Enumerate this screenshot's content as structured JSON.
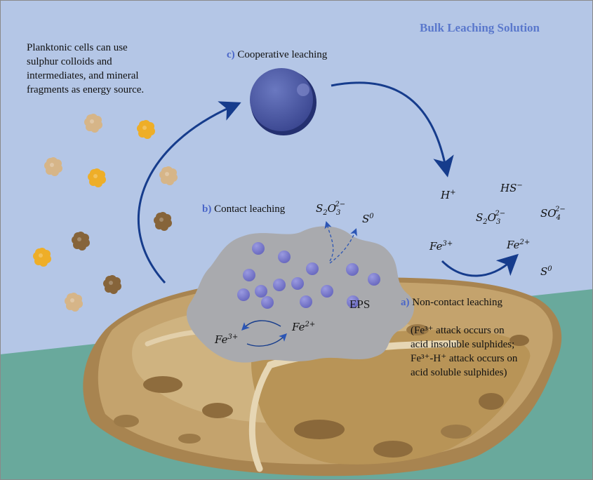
{
  "title": "Bulk Leaching Solution",
  "planktonic_note": [
    "Planktonic cells can use",
    "sulphur colloids and",
    "intermediates, and mineral",
    "fragments as energy source."
  ],
  "labels": {
    "cooperative": {
      "letter": "c)",
      "text": "Cooperative leaching"
    },
    "contact": {
      "letter": "b)",
      "text": "Contact leaching"
    },
    "noncontact": {
      "letter": "a)",
      "text": "Non-contact leaching"
    },
    "eps": "EPS"
  },
  "noncontact_note": [
    "(Fe³⁺ attack occurs on",
    "acid insoluble sulphides;",
    "Fe³⁺-H⁺ attack occurs on",
    "acid soluble sulphides)"
  ],
  "species": {
    "thiosulfate": {
      "base": "S",
      "sub1": "2",
      "o": "O",
      "sub2": "3",
      "sup": "2−"
    },
    "sulfur": {
      "base": "S",
      "sup": "0"
    },
    "hplus": {
      "base": "H",
      "sup": "+"
    },
    "hs": {
      "base": "HS",
      "sup": "−"
    },
    "sulfate": {
      "base": "SO",
      "sub": "4",
      "sup": "2−"
    },
    "fe3": {
      "base": "Fe",
      "sup": "3+"
    },
    "fe2": {
      "base": "Fe",
      "sup": "2+"
    }
  },
  "colors": {
    "sky": "#b4c6e6",
    "water": "#69a99c",
    "rock": "#b8955c",
    "eps": "#a9aaae",
    "cell": "#7f7fd1",
    "arrow": "#163c8c",
    "particle_light": "#d6b588",
    "particle_orange": "#eeae28",
    "particle_dark": "#86643a"
  },
  "icons": [
    "cell-icon",
    "particle-icon",
    "arrow-icon"
  ]
}
